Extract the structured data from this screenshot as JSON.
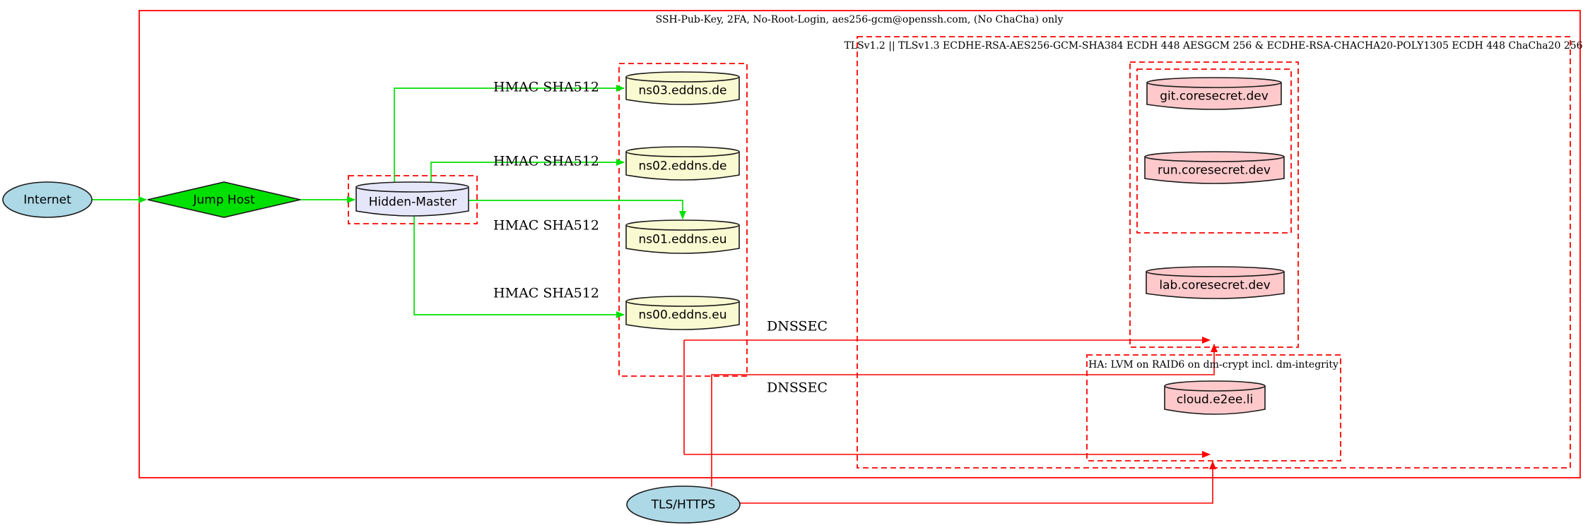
{
  "clusters": {
    "ssh": {
      "label": "SSH-Pub-Key, 2FA, No-Root-Login, aes256-gcm@openssh.com, (No ChaCha) only"
    },
    "tls": {
      "label": "TLSv1.2 || TLSv1.3 ECDHE-RSA-AES256-GCM-SHA384 ECDH 448 AESGCM 256 & ECDHE-RSA-CHACHA20-POLY1305 ECDH 448 ChaCha20 256"
    },
    "ha": {
      "label": "HA: LVM on RAID6 on dm-crypt incl. dm-integrity"
    }
  },
  "nodes": {
    "internet": "Internet",
    "jump_host": "Jump Host",
    "hidden_master": "Hidden-Master",
    "ns03": "ns03.eddns.de",
    "ns02": "ns02.eddns.de",
    "ns01": "ns01.eddns.eu",
    "ns00": "ns00.eddns.eu",
    "git": "git.coresecret.dev",
    "run": "run.coresecret.dev",
    "lab": "lab.coresecret.dev",
    "cloud": "cloud.e2ee.li",
    "tls_https": "TLS/HTTPS"
  },
  "edge_labels": {
    "hmac": "HMAC SHA512",
    "dnssec": "DNSSEC"
  },
  "colors": {
    "edge_green": "#00e000",
    "edge_red": "#ff0000",
    "cluster_border": "#ff0000",
    "fill_blue": "#add8e6",
    "fill_green": "#00e000",
    "fill_lavender": "#e6e6fa",
    "fill_yellow": "#fafad2",
    "fill_pink": "#ffc9cb",
    "text": "#000000"
  }
}
